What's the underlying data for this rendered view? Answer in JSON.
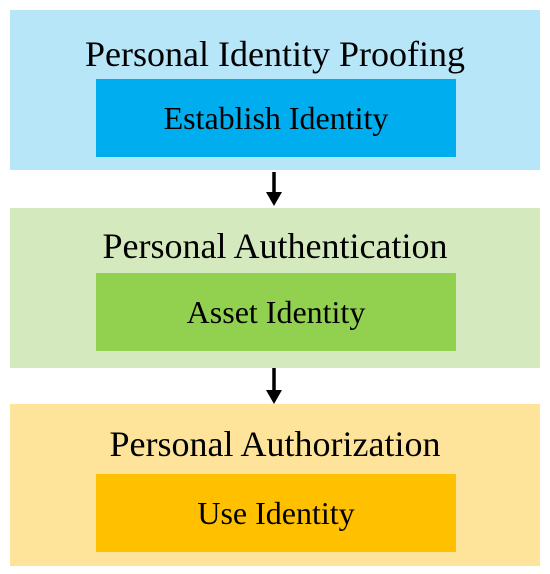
{
  "stages": [
    {
      "title": "Personal Identity Proofing",
      "step": "Establish Identity",
      "outer_color": "#b7e6f8",
      "inner_color": "#00adee"
    },
    {
      "title": "Personal Authentication",
      "step": "Asset Identity",
      "outer_color": "#d5e9bf",
      "inner_color": "#92d050"
    },
    {
      "title": "Personal Authorization",
      "step": "Use Identity",
      "outer_color": "#fee39a",
      "inner_color": "#ffc000"
    }
  ],
  "arrow_color": "#000000"
}
